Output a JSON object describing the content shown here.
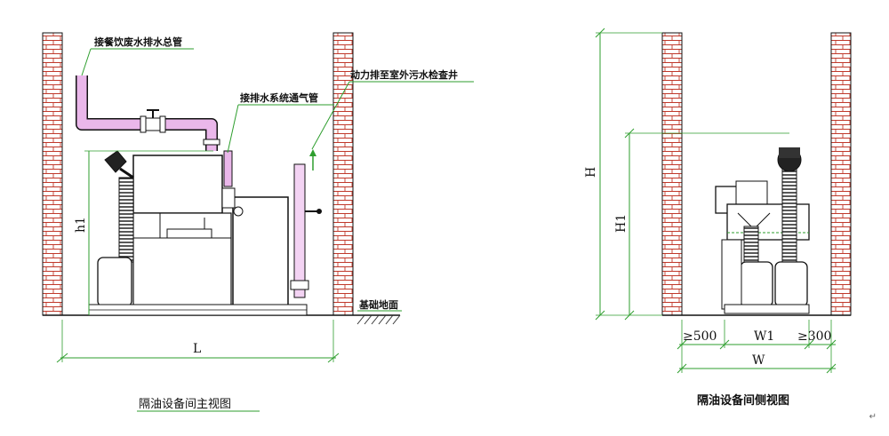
{
  "front_view": {
    "label_drain_main": "接餐饮废水排水总管",
    "label_vent_pipe": "接排水系统通气管",
    "label_pump_discharge": "动力排至室外污水检查井",
    "label_ground": "基础地面",
    "dim_height": "h1",
    "dim_length": "L",
    "caption": "隔油设备间主视图"
  },
  "side_view": {
    "dim_total_height": "H",
    "dim_equip_height": "H1",
    "dim_clear_left": "≥500",
    "dim_width_equipment": "W1",
    "dim_clear_right": "≥300",
    "dim_width_total": "W",
    "caption": "隔油设备间侧视图"
  },
  "colors": {
    "line": "#111111",
    "brick": "#c0392b",
    "pipe_pink": "#d98cd9",
    "dim_green": "#2e9e2e",
    "hatch": "#333333"
  },
  "paragraph_mark": "↵"
}
